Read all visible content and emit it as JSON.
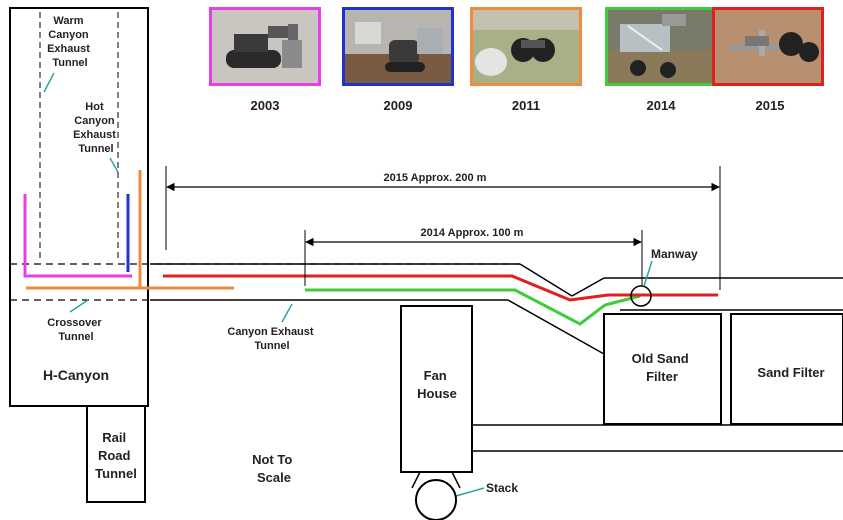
{
  "photos": [
    {
      "year": "2003",
      "border": "#e83ee8",
      "robot": "tracked-crawler-robot"
    },
    {
      "year": "2009",
      "border": "#2233cc",
      "robot": "tracked-camera-robot"
    },
    {
      "year": "2011",
      "border": "#f08a3c",
      "robot": "wheeled-robot"
    },
    {
      "year": "2014",
      "border": "#3ccc3c",
      "robot": "wheeled-camera-robot"
    },
    {
      "year": "2015",
      "border": "#e02020",
      "robot": "wheeled-frame-robot"
    }
  ],
  "labels": {
    "warm_tunnel": [
      "Warm",
      "Canyon",
      "Exhaust",
      "Tunnel"
    ],
    "hot_tunnel": [
      "Hot",
      "Canyon",
      "Exhaust",
      "Tunnel"
    ],
    "crossover": [
      "Crossover",
      "Tunnel"
    ],
    "h_canyon": "H-Canyon",
    "rail": [
      "Rail",
      "Road",
      "Tunnel"
    ],
    "not_to_scale": [
      "Not To",
      "Scale"
    ],
    "canyon_exhaust": [
      "Canyon Exhaust",
      "Tunnel"
    ],
    "fan_house": [
      "Fan",
      "House"
    ],
    "stack": "Stack",
    "old_sand_filter": [
      "Old Sand",
      "Filter"
    ],
    "sand_filter": "Sand Filter",
    "manway": "Manway",
    "dim_2015": "2015 Approx. 200 m",
    "dim_2014": "2014 Approx. 100 m"
  },
  "colors": {
    "path_2003": "#e83ee8",
    "path_2009": "#2233cc",
    "path_2011": "#f08a3c",
    "path_2014": "#3ccc3c",
    "path_2015": "#e02020",
    "leader": "#2aa6a6"
  }
}
